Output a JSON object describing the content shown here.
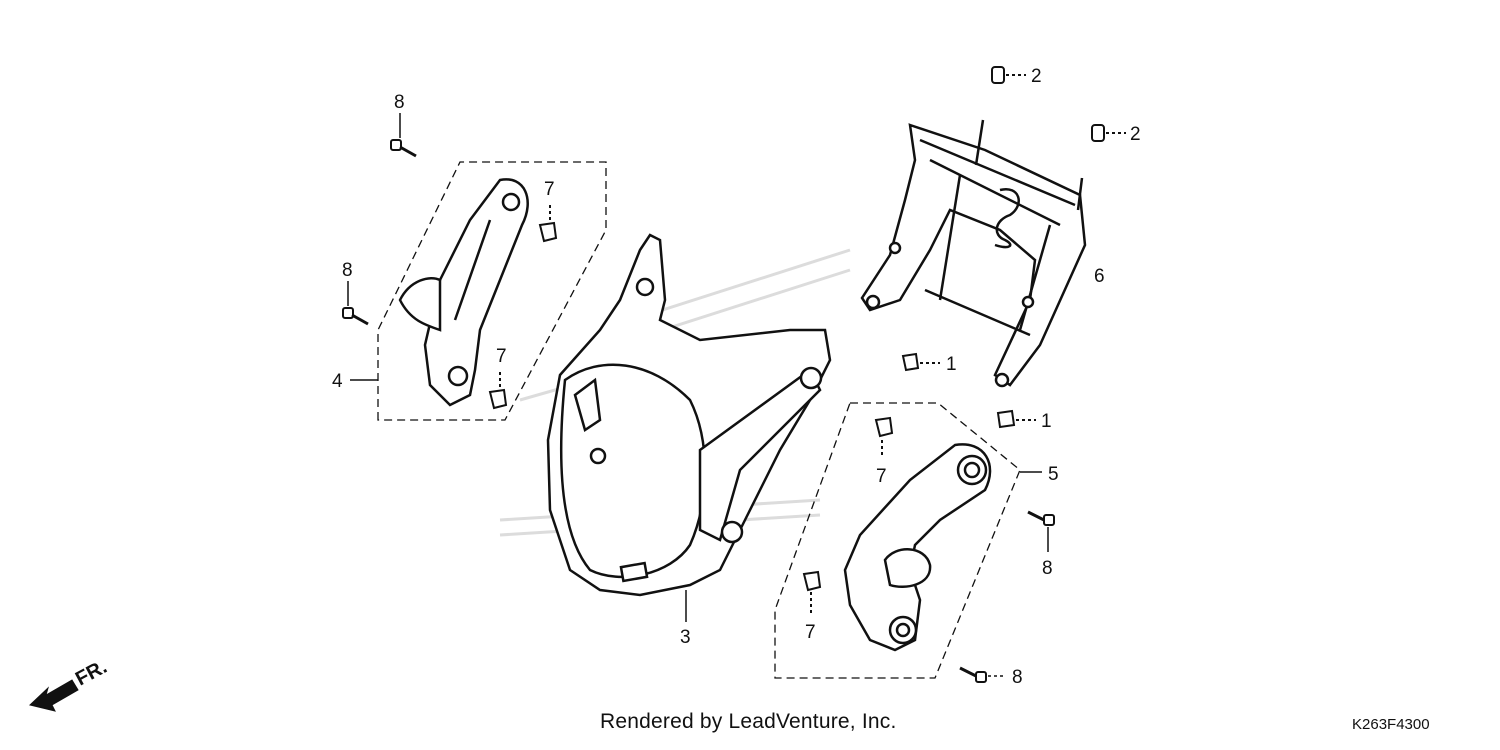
{
  "callouts": {
    "c1a": "1",
    "c1b": "1",
    "c2a": "2",
    "c2b": "2",
    "c3": "3",
    "c4": "4",
    "c5": "5",
    "c6": "6",
    "c7a": "7",
    "c7b": "7",
    "c7c": "7",
    "c7d": "7",
    "c8a": "8",
    "c8b": "8",
    "c8c": "8",
    "c8d": "8"
  },
  "direction_indicator": {
    "label": "FR."
  },
  "footer": {
    "credit": "Rendered by LeadVenture, Inc.",
    "diagram_code": "K263F4300"
  }
}
